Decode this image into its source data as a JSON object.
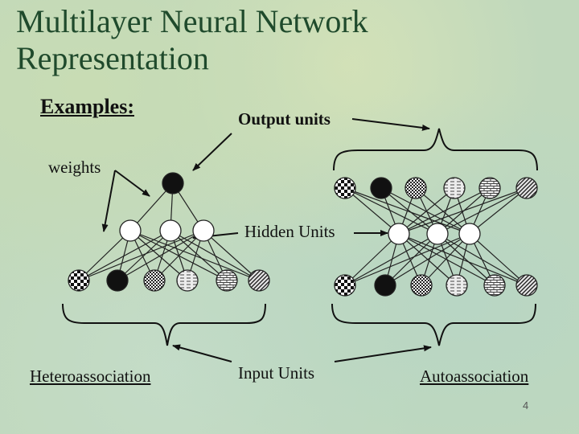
{
  "slide": {
    "title_line1": "Multilayer Neural Network",
    "title_line2": "Representation",
    "examples_label": "Examples:",
    "output_units_label": "Output units",
    "weights_label": "weights",
    "hidden_units_label": "Hidden Units",
    "heteroassociation_label": "Heteroassociation",
    "input_units_label": "Input Units",
    "autoassociation_label": "Autoassociation",
    "page_number": "4"
  },
  "colors": {
    "title": "#1f4a2c",
    "text": "#111111",
    "edges": "#222222",
    "node_outline": "#222222",
    "node_fill_white": "#ffffff",
    "node_fill_black": "#111111"
  },
  "networks": [
    {
      "name": "heteroassociation",
      "input_patterns": [
        "checker",
        "solid",
        "checker-fine",
        "dash",
        "brick",
        "diagonal"
      ],
      "hidden_count": 3,
      "output_patterns": [
        "solid"
      ]
    },
    {
      "name": "autoassociation",
      "input_patterns": [
        "checker",
        "solid",
        "checker-fine",
        "dash",
        "brick",
        "diagonal"
      ],
      "hidden_count": 3,
      "output_patterns": [
        "checker",
        "solid",
        "checker-fine",
        "dash",
        "brick",
        "diagonal"
      ]
    }
  ]
}
